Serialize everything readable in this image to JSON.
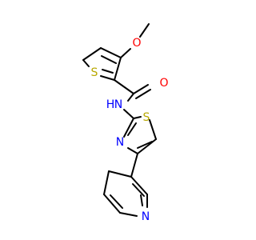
{
  "molecule": {
    "atoms": {
      "o_methoxy": "O",
      "s_thiophene": "S",
      "o_carbonyl": "O",
      "nh_amide": "N",
      "h_amide": "H",
      "s_thiazole": "S",
      "n_thiazole": "N",
      "n_pyridine": "N"
    },
    "colors": {
      "oxygen": "#ff0000",
      "nitrogen": "#0000ff",
      "sulfur": "#b8a800",
      "carbon": "#000000"
    }
  }
}
